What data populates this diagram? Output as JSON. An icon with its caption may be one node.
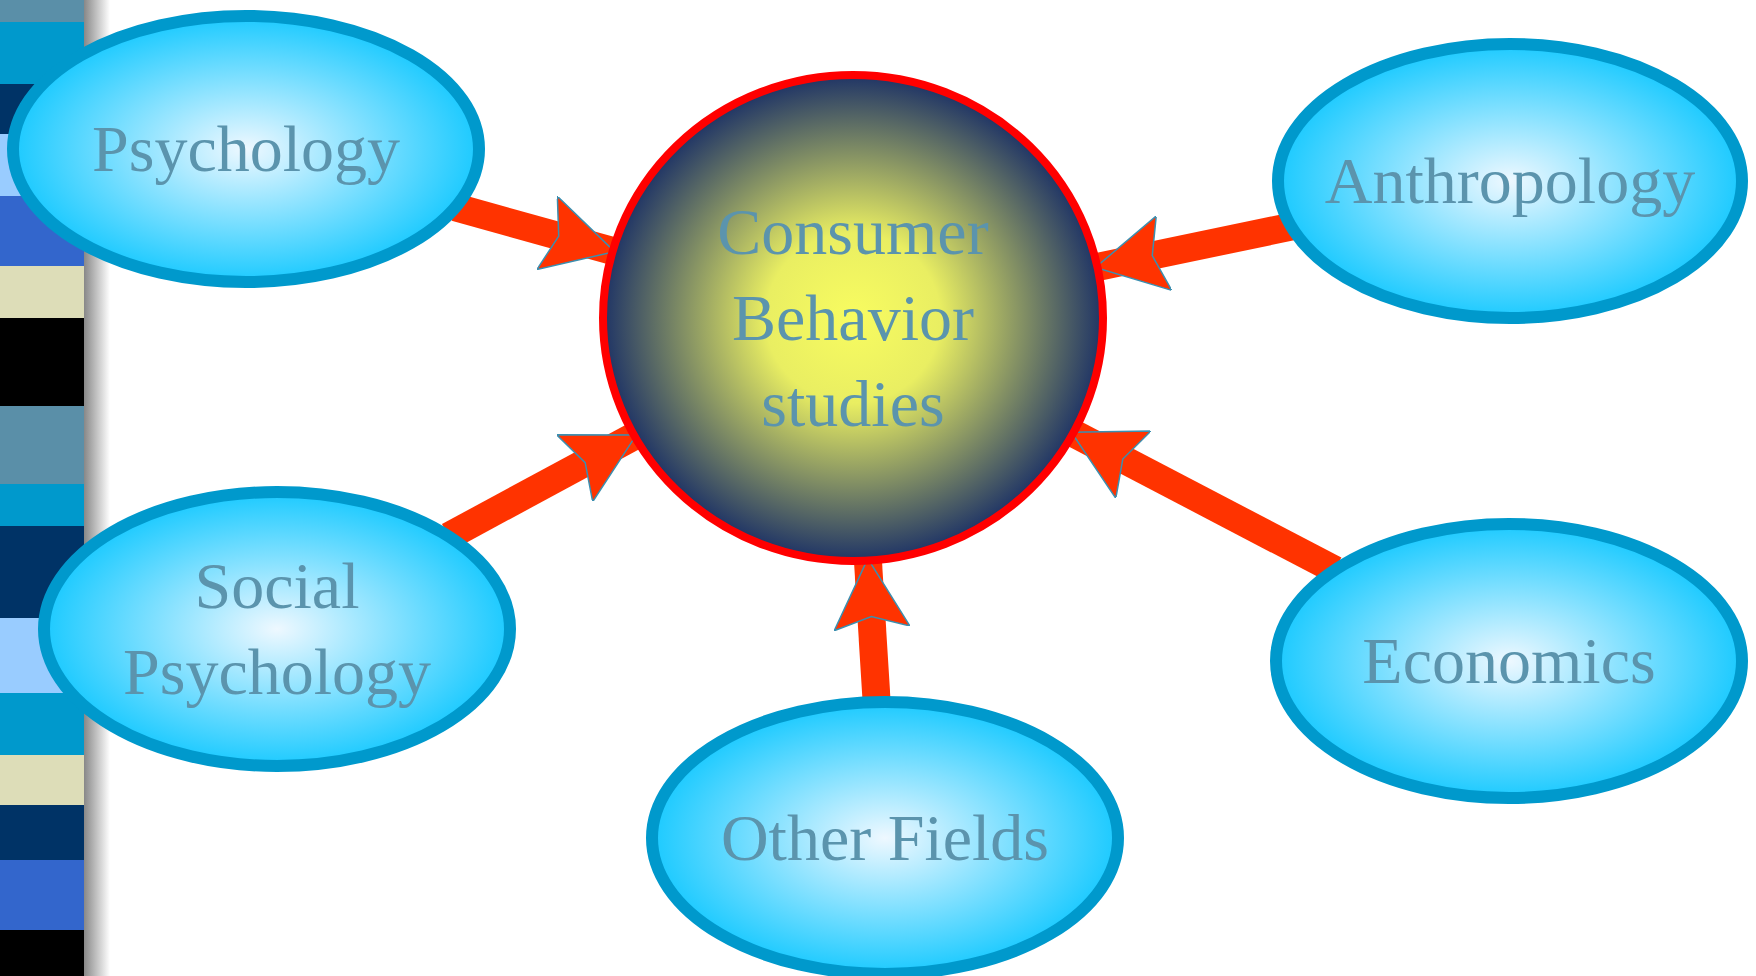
{
  "diagram": {
    "nodes": [
      {
        "text": [
          "Psychology"
        ]
      },
      {
        "text": [
          "Consumer Behavior studies"
        ]
      },
      {
        "text": [
          "Anthropology"
        ]
      },
      {
        "text": [
          "Social Psychology"
        ]
      },
      {
        "text": [
          "Economics"
        ]
      },
      {
        "text": [
          "Other Fields"
        ]
      }
    ],
    "edges": [
      {
        "from": 0,
        "to": 1,
        "arrow": "to"
      },
      {
        "from": 2,
        "to": 1,
        "arrow": "to"
      },
      {
        "from": 3,
        "to": 1,
        "arrow": "to"
      },
      {
        "from": 4,
        "to": 1,
        "arrow": "to"
      },
      {
        "from": 5,
        "to": 1,
        "arrow": "to"
      }
    ]
  }
}
